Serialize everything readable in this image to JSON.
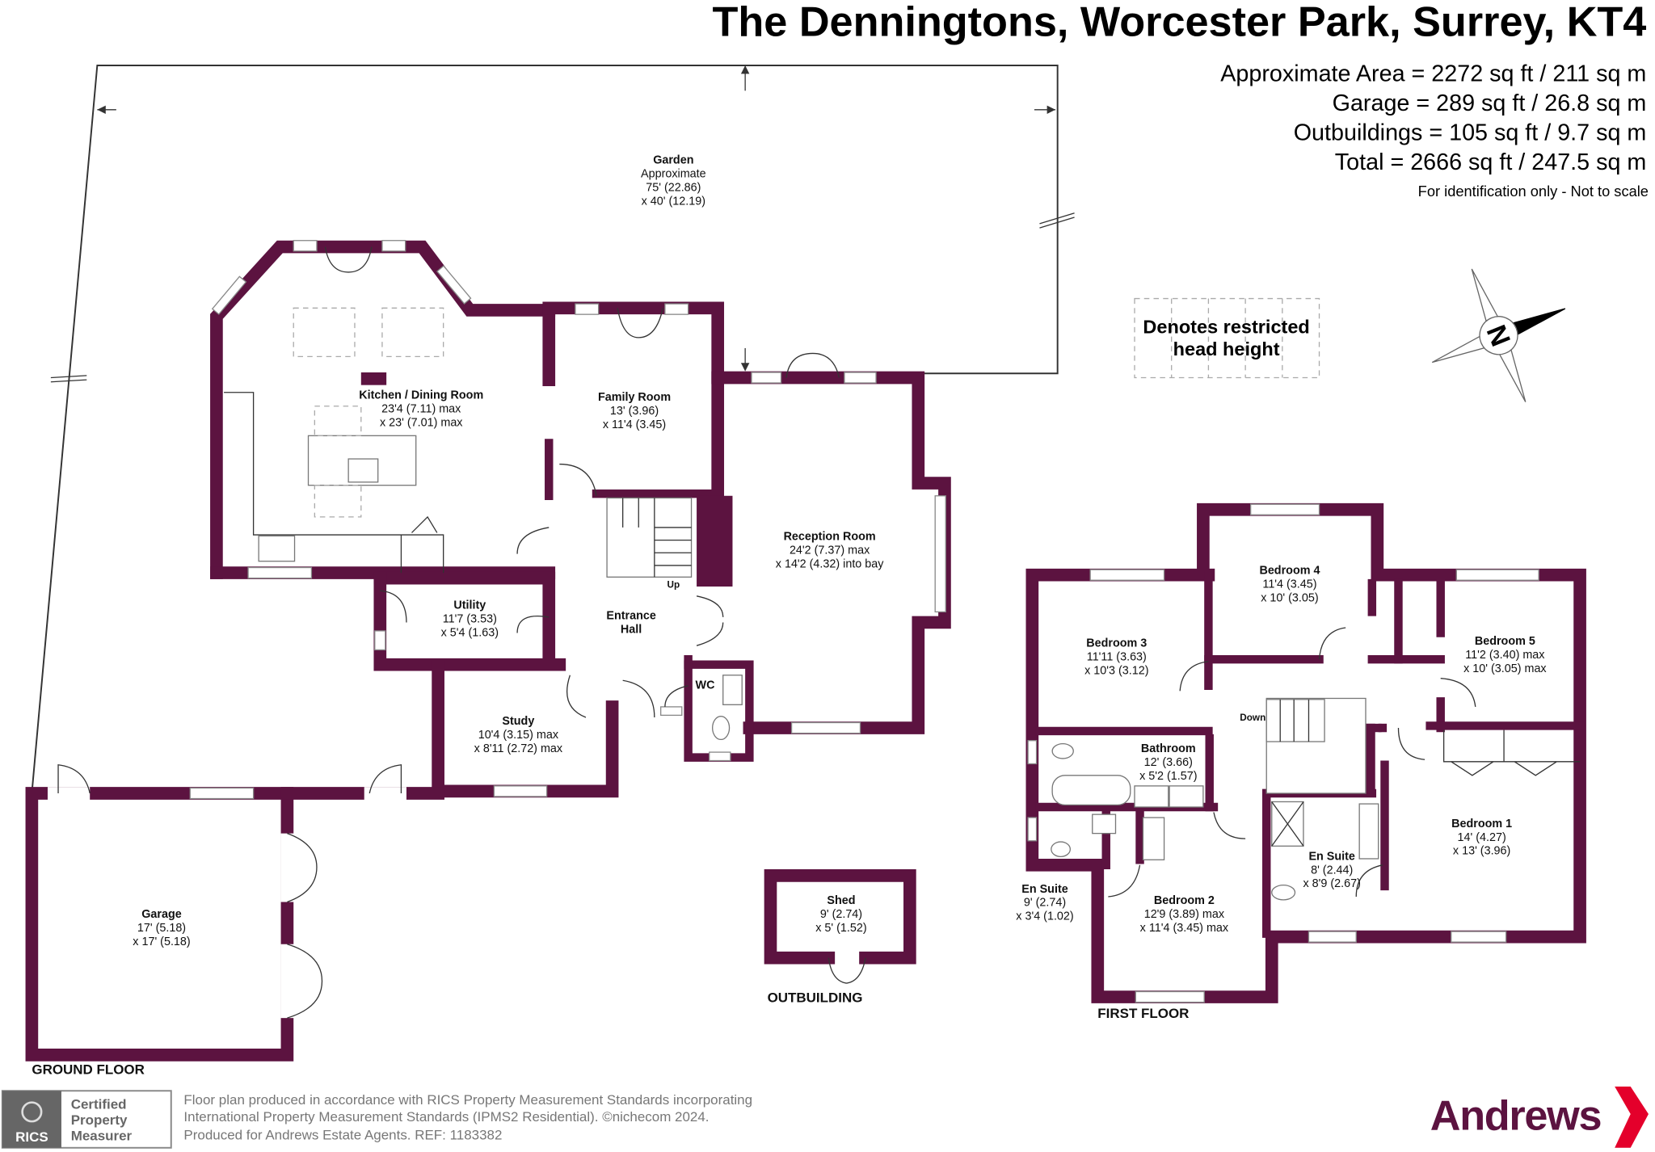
{
  "header": {
    "title": "The Denningtons, Worcester Park, Surrey, KT4",
    "areas": [
      "Approximate Area = 2272 sq ft / 211 sq m",
      "Garage = 289 sq ft / 26.8 sq m",
      "Outbuildings = 105 sq ft / 9.7 sq m",
      "Total = 2666 sq ft / 247.5 sq m"
    ],
    "note": "For identification only - Not to scale"
  },
  "legend": {
    "line1": "Denotes restricted",
    "line2": "head height"
  },
  "compass": {
    "label": "N"
  },
  "ground_floor": {
    "label": "GROUND FLOOR",
    "garden": {
      "name": "Garden",
      "lines": [
        "Approximate",
        "75' (22.86)",
        "x 40' (12.19)"
      ]
    },
    "rooms": [
      {
        "name": "Kitchen / Dining Room",
        "dim1": "23'4 (7.11) max",
        "dim2": "x 23' (7.01) max"
      },
      {
        "name": "Family Room",
        "dim1": "13' (3.96)",
        "dim2": "x 11'4 (3.45)"
      },
      {
        "name": "Reception Room",
        "dim1": "24'2 (7.37) max",
        "dim2": "x 14'2 (4.32) into bay"
      },
      {
        "name": "Utility",
        "dim1": "11'7 (3.53)",
        "dim2": "x 5'4 (1.63)"
      },
      {
        "name": "Study",
        "dim1": "10'4 (3.15) max",
        "dim2": "x 8'11 (2.72) max"
      },
      {
        "name": "Garage",
        "dim1": "17' (5.18)",
        "dim2": "x 17' (5.18)"
      }
    ],
    "entrance_hall": [
      "Entrance",
      "Hall"
    ],
    "wc": "WC",
    "stairs": "Up"
  },
  "outbuilding": {
    "label": "OUTBUILDING",
    "room": {
      "name": "Shed",
      "dim1": "9' (2.74)",
      "dim2": "x 5' (1.52)"
    }
  },
  "first_floor": {
    "label": "FIRST FLOOR",
    "stairs": "Down",
    "rooms": [
      {
        "name": "Bedroom 4",
        "dim1": "11'4 (3.45)",
        "dim2": "x 10' (3.05)"
      },
      {
        "name": "Bedroom 3",
        "dim1": "11'11 (3.63)",
        "dim2": "x 10'3 (3.12)"
      },
      {
        "name": "Bedroom 5",
        "dim1": "11'2 (3.40) max",
        "dim2": "x 10' (3.05) max"
      },
      {
        "name": "Bathroom",
        "dim1": "12' (3.66)",
        "dim2": "x 5'2 (1.57)"
      },
      {
        "name": "Bedroom 1",
        "dim1": "14' (4.27)",
        "dim2": "x 13' (3.96)"
      },
      {
        "name": "En Suite",
        "dim1": "8' (2.44)",
        "dim2": "x 8'9 (2.67)"
      },
      {
        "name": "Bedroom 2",
        "dim1": "12'9 (3.89) max",
        "dim2": "x 11'4 (3.45) max"
      },
      {
        "name": "En Suite",
        "dim1": "9' (2.74)",
        "dim2": "x 3'4 (1.02)"
      }
    ]
  },
  "footer": {
    "rics": {
      "badge": "RICS",
      "line1": "Certified",
      "line2": "Property",
      "line3": "Measurer"
    },
    "lines": [
      "Floor plan produced in accordance with RICS Property Measurement Standards incorporating",
      "International Property Measurement Standards (IPMS2 Residential).   ©nichecom 2024.",
      "Produced for Andrews Estate Agents.   REF:  1183382"
    ],
    "brand": "Andrews"
  },
  "colors": {
    "wall": "#5c1340",
    "brand_red": "#e4002b"
  }
}
